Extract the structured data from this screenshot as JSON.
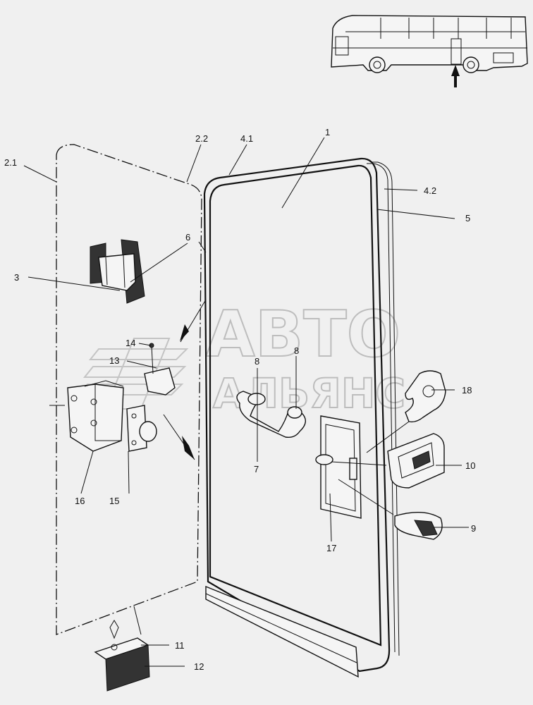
{
  "watermark": {
    "line1": "АВТО",
    "line2": "АЛЬЯНС"
  },
  "callouts": {
    "c1": "1",
    "c2_1": "2.1",
    "c2_2": "2.2",
    "c3": "3",
    "c4_1": "4.1",
    "c4_2": "4.2",
    "c5": "5",
    "c6": "6",
    "c7": "7",
    "c8a": "8",
    "c8b": "8",
    "c9": "9",
    "c10": "10",
    "c11": "11",
    "c12": "12",
    "c13": "13",
    "c14": "14",
    "c15": "15",
    "c16": "16",
    "c17": "17",
    "c18": "18"
  }
}
